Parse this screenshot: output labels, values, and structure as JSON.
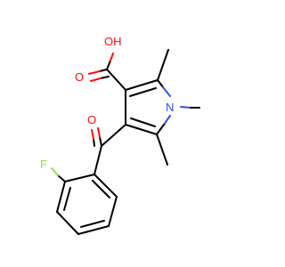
{
  "molecule": {
    "atom_labels": {
      "hydroxyl": "OH",
      "carboxyl_oxygen": "O",
      "ketone_oxygen": "O",
      "nitrogen": "N",
      "fluorine": "F"
    },
    "colors": {
      "carbon_bond": "#000000",
      "oxygen": "#ff0d0d",
      "nitrogen": "#3050f8",
      "fluorine": "#90e050"
    }
  }
}
